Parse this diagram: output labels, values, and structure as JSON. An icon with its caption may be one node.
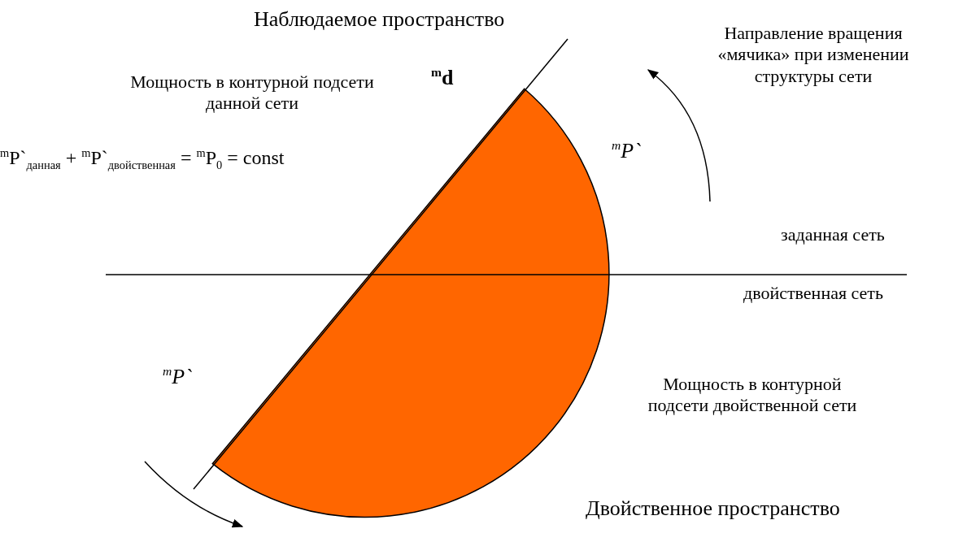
{
  "diagram": {
    "labels": [
      "Наблюдаемое пространство",
      "Направление вращения «мячика» при изменении структуры сети",
      "$^{m}$d",
      "Мощность в контурной подсети данной сети",
      "$^{m}$P`$_{данная}$ + $^{m}$P`$_{двойственная}$ = $^{m}$P$_{0}$ = const",
      "$^{m}$P`",
      "заданная сеть",
      "двойственная сеть",
      "$^{m}$P`",
      "Мощность в контурной подсети двойственной сети",
      "Двойственное пространство"
    ]
  }
}
